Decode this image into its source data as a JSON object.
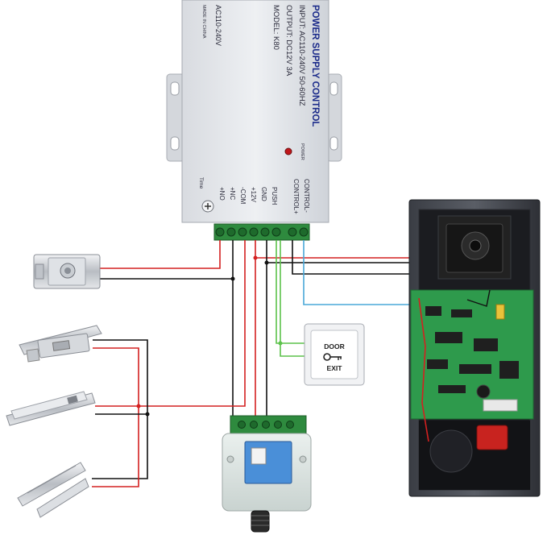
{
  "power_supply": {
    "title": "POWER SUPPLY CONTROL",
    "input_line": "INPUT: AC110-240V  50-60HZ",
    "output_line": "OUTPUT: DC12V  3A",
    "model_line": "MODEL: K80",
    "voltage_label": "AC110-240V",
    "origin_label": "MADE IN CHINA",
    "power_led_label": "POWER",
    "time_label": "Time",
    "terminal_labels": [
      "+NO",
      "+NC",
      "-COM",
      "+12V",
      "GND",
      "PUSH",
      "CONTROL+",
      "CONTROL-"
    ]
  },
  "exit_button": {
    "line1": "DOOR",
    "line2": "EXIT",
    "icon": "key-icon"
  },
  "devices": {
    "electric_lock": "electric-lock",
    "strike_lock": "electric-strike",
    "magnetic_lock_1": "magnetic-lock",
    "magnetic_lock_2": "magnetic-lock",
    "relay_module": "wireless-relay-module",
    "intercom": "door-phone-panel"
  },
  "wire_colors": {
    "red": "#d42020",
    "black": "#111111",
    "green": "#5cc24a",
    "blue": "#4aa8d8"
  }
}
